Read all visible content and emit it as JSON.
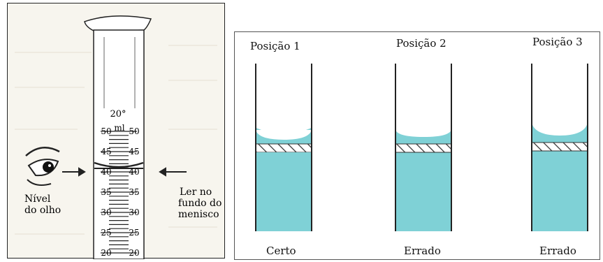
{
  "left": {
    "temperature": "20°",
    "unit": "ml",
    "scale_numbers": [
      "50",
      "45",
      "40",
      "35",
      "30",
      "25",
      "20"
    ],
    "eye_label_line1": "Nível",
    "eye_label_line2": "do olho",
    "read_label_line1": "Ler no",
    "read_label_line2": "fundo do",
    "read_label_line3": "menisco"
  },
  "right": {
    "positions": [
      {
        "label": "Posição 1",
        "verdict": "Certo"
      },
      {
        "label": "Posição 2",
        "verdict": "Errado"
      },
      {
        "label": "Posição 3",
        "verdict": "Errado"
      }
    ],
    "liquid_color": "#7fd1d6"
  }
}
